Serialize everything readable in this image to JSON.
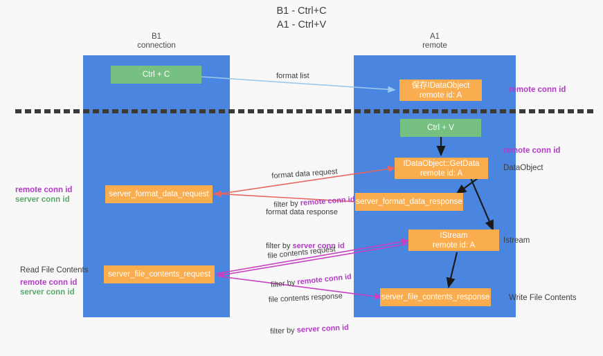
{
  "title": "B1 - Ctrl+C\nA1 - Ctrl+V",
  "columns": {
    "left": {
      "name": "B1",
      "role": "connection",
      "header": "B1\nconnection"
    },
    "right": {
      "name": "A1",
      "role": "remote",
      "header": "A1\nremote"
    }
  },
  "colors": {
    "lane": "#4a86e0",
    "green_box": "#76c082",
    "orange_box": "#f9ad4e",
    "purple_label": "#b13bc4",
    "green_label": "#5aa86a",
    "blue_arrow": "#9cc8ea",
    "red_arrow": "#e8645f",
    "magenta_arrow": "#c93fc0",
    "black_arrow": "#1a1a1a",
    "divider": "#3a3a3a",
    "background": "#f8f8f8"
  },
  "boxes": {
    "ctrl_c": {
      "label": "Ctrl + C",
      "kind": "green"
    },
    "save_idataobject": {
      "line1": "保存IDataObject",
      "line2": "remote id: A",
      "kind": "orange"
    },
    "ctrl_v": {
      "label": "Ctrl + V",
      "kind": "green"
    },
    "getdata": {
      "line1": "IDataObject::GetData",
      "line2": "remote id: A",
      "kind": "orange"
    },
    "server_format_data_request": {
      "label": "server_format_data_request",
      "kind": "orange"
    },
    "server_format_data_response": {
      "label": "server_format_data_response",
      "kind": "orange"
    },
    "istream": {
      "line1": "IStream",
      "line2": "remote id: A",
      "kind": "orange"
    },
    "server_file_contents_request": {
      "label": "server_file_contents_request",
      "kind": "orange"
    },
    "server_file_contents_response": {
      "label": "server_file_contents_response",
      "kind": "orange"
    }
  },
  "captions": {
    "right_remote_conn_id_top": "remote conn id",
    "right_remote_conn_id_mid": "remote conn id",
    "right_dataobject": "DataObject",
    "right_istream": "Istream",
    "right_write_file_contents": "Write File Contents",
    "left_remote_conn_id_mid": "remote conn id",
    "left_server_conn_id_mid": "server conn id",
    "left_read_file_contents": "Read File Contents",
    "left_remote_conn_id_bottom": "remote conn id",
    "left_server_conn_id_bottom": "server conn id"
  },
  "arrow_labels": {
    "format_list": {
      "text": "format list"
    },
    "format_data_request": {
      "line1": "format data request",
      "line2_prefix": "filter by ",
      "line2_highlight": "remote conn id"
    },
    "format_data_response": {
      "line1": "format data response",
      "line2_prefix": "filter by ",
      "line2_highlight": "server conn id"
    },
    "file_contents_request": {
      "line1": "file contents request",
      "line2_prefix": "filter by ",
      "line2_highlight": "remote conn id"
    },
    "file_contents_response": {
      "line1": "file contents response",
      "line2_prefix": "filter by ",
      "line2_highlight": "server conn id"
    }
  }
}
